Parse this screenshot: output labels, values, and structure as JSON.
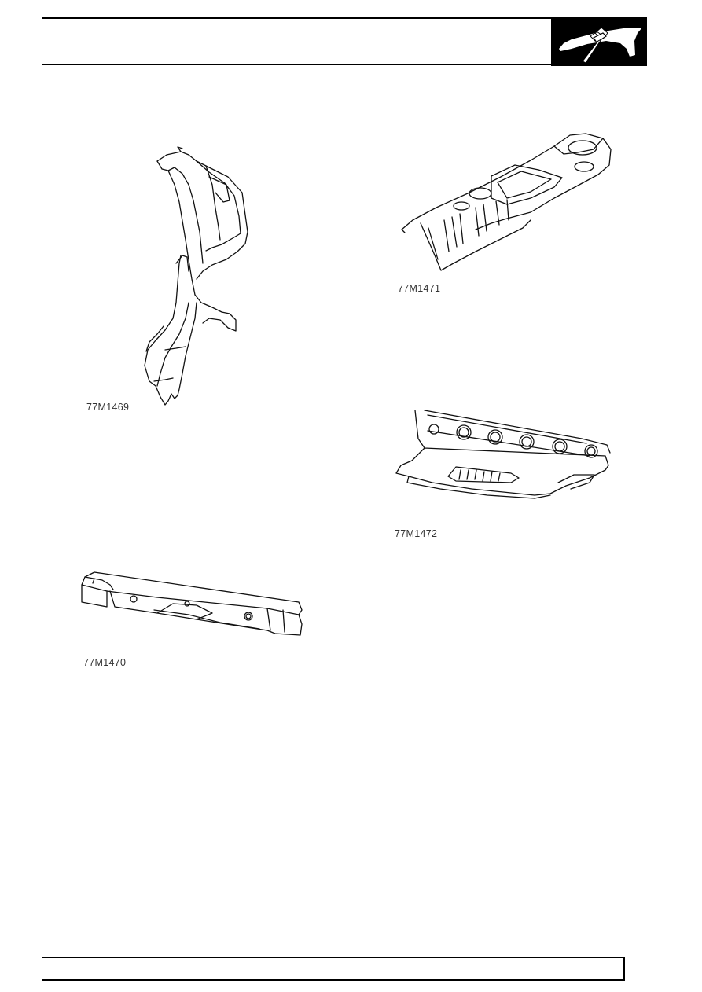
{
  "header": {
    "section_icon": "body-repair-hammer-panel-icon",
    "colors": {
      "rule": "#000000",
      "icon_bg": "#000000",
      "icon_fg": "#ffffff"
    }
  },
  "figures": [
    {
      "id": "fig-1",
      "caption": "77M1469",
      "depicts": "body-side-pillar-wheelarch-panel"
    },
    {
      "id": "fig-2",
      "caption": "77M1470",
      "depicts": "crossmember-rail-panel"
    },
    {
      "id": "fig-3",
      "caption": "77M1471",
      "depicts": "floor-pan-tunnel-assembly"
    },
    {
      "id": "fig-4",
      "caption": "77M1472",
      "depicts": "heelboard-floor-crossmember-panel"
    }
  ],
  "footer": {
    "text": ""
  }
}
